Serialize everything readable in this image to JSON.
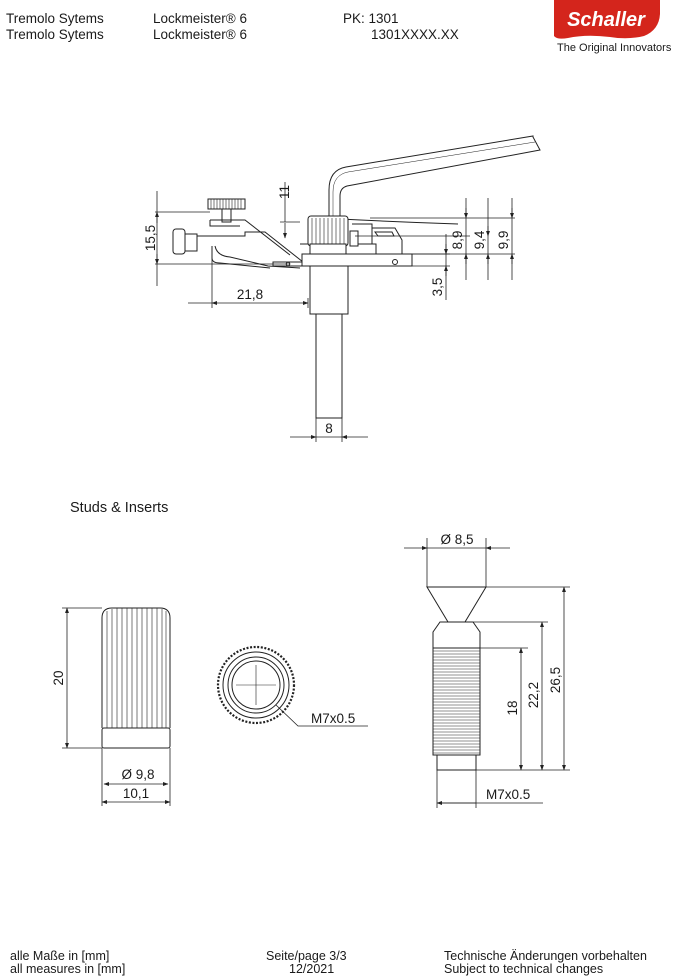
{
  "header": {
    "series_1": "Tremolo Sytems",
    "series_2": "Tremolo Sytems",
    "model_1": "Lockmeister® 6",
    "model_2": "Lockmeister® 6",
    "pk": "PK: 1301",
    "article": "1301XXXX.XX"
  },
  "logo": {
    "brand": "Schaller",
    "tagline": "The Original Innovators",
    "color": "#d4251c"
  },
  "section_title": "Studs & Inserts",
  "dims_top": {
    "d11": "11",
    "d15_5": "15,5",
    "d8_9": "8,9",
    "d9_4": "9,4",
    "d9_9": "9,9",
    "d3_5": "3,5",
    "d21_8": "21,8",
    "d8": "8"
  },
  "dims_insert": {
    "height": "20",
    "inner_dia": "Ø 9,8",
    "outer_dia": "10,1",
    "thread": "M7x0.5"
  },
  "dims_stud": {
    "head_dia": "Ø 8,5",
    "d26_5": "26,5",
    "d22_2": "22,2",
    "d18": "18",
    "thread": "M7x0.5"
  },
  "footer": {
    "units_de": "alle Maße in [mm]",
    "units_en": "all measures in [mm]",
    "page": "Seite/page 3/3",
    "date": "12/2021",
    "note_de": "Technische Änderungen vorbehalten",
    "note_en": "Subject to technical changes"
  }
}
